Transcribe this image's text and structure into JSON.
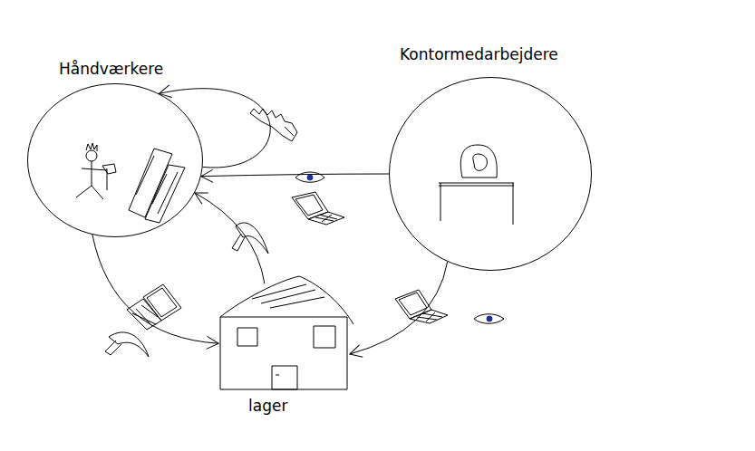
{
  "diagram": {
    "nodes": [
      {
        "text": [
          "Håndværkere"
        ]
      },
      {
        "text": [
          "Kontormedarbejdere"
        ]
      },
      {
        "text": [
          "lager"
        ]
      }
    ],
    "edges": [
      {
        "from": 1,
        "to": 0,
        "arrow": "to"
      },
      {
        "from": 1,
        "to": 2,
        "arrow": "to"
      },
      {
        "from": 0,
        "to": 2,
        "arrow": "to"
      },
      {
        "from": 2,
        "to": 0,
        "arrow": "to"
      },
      {
        "from": 0,
        "to": 0,
        "arrow": "to"
      }
    ]
  }
}
